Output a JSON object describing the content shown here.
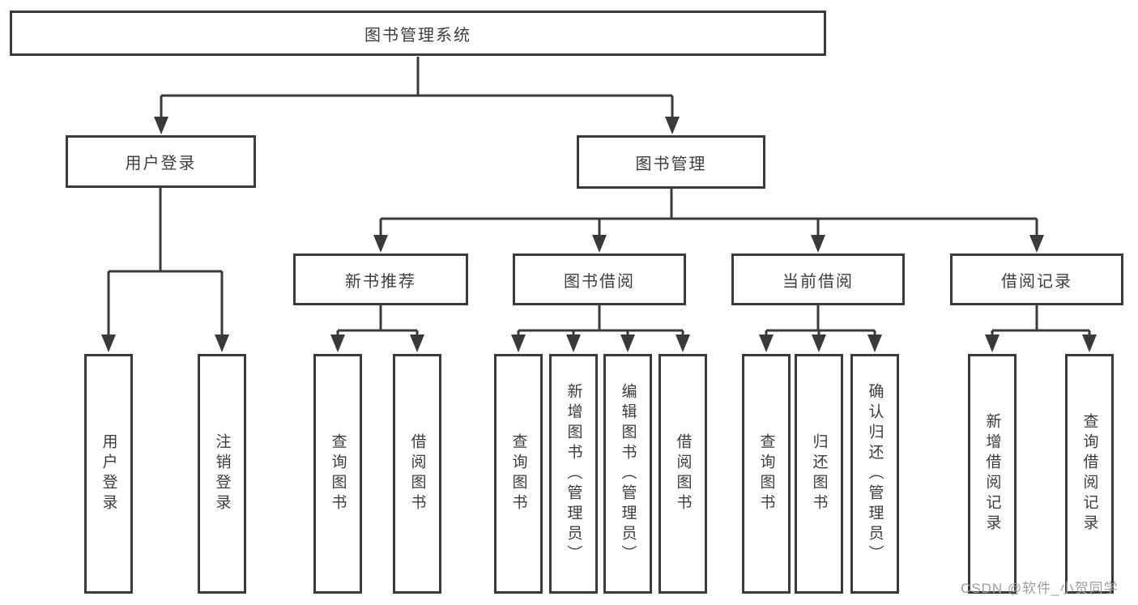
{
  "colors": {
    "line": "#3a3a3a",
    "box_border": "#3a3a3a",
    "text": "#3d3d3d",
    "watermark": "#9e9e9e",
    "background": "#ffffff"
  },
  "watermark": {
    "text": "CSDN @软件_小贺同学"
  },
  "tree": {
    "label": "图书管理系统",
    "children": [
      {
        "label": "用户登录",
        "children": [
          {
            "label": "用户登录"
          },
          {
            "label": "注销登录"
          }
        ]
      },
      {
        "label": "图书管理",
        "children": [
          {
            "label": "新书推荐",
            "children": [
              {
                "label": "查询图书"
              },
              {
                "label": "借阅图书"
              }
            ]
          },
          {
            "label": "图书借阅",
            "children": [
              {
                "label": "查询图书"
              },
              {
                "label": "新增图书（管理员）"
              },
              {
                "label": "编辑图书（管理员）"
              },
              {
                "label": "借阅图书"
              }
            ]
          },
          {
            "label": "当前借阅",
            "children": [
              {
                "label": "查询图书"
              },
              {
                "label": "归还图书"
              },
              {
                "label": "确认归还（管理员）"
              }
            ]
          },
          {
            "label": "借阅记录",
            "children": [
              {
                "label": "新增借阅记录"
              },
              {
                "label": "查询借阅记录"
              }
            ]
          }
        ]
      }
    ]
  }
}
